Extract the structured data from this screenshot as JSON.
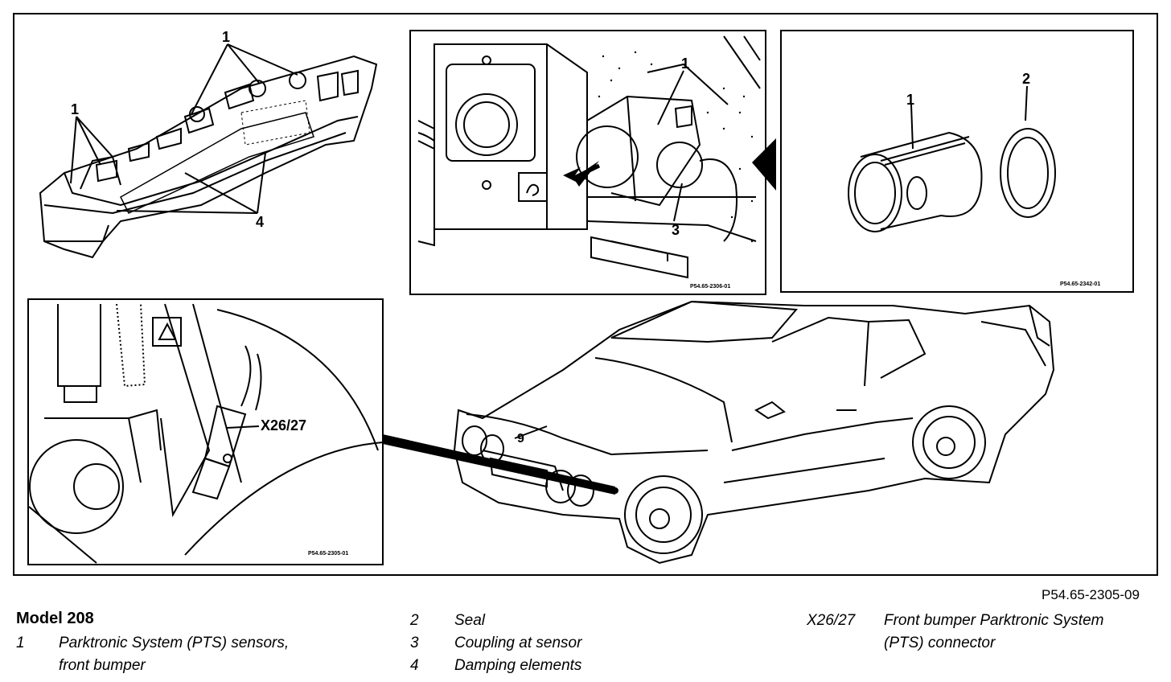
{
  "figure": {
    "reference": "P54.65-2305-09",
    "callouts": {
      "bumper_1a": "1",
      "bumper_1b": "1",
      "bumper_4": "4",
      "sensor_1": "1",
      "sensor_3": "3",
      "part_1": "1",
      "part_2": "2",
      "connector": "X26/27",
      "car_9": "9"
    },
    "inset_codes": {
      "sensor_view": "P54.65-2306-01",
      "parts_view": "P54.65-2342-01",
      "connector_view": "P54.65-2305-01"
    }
  },
  "legend": {
    "title": "Model 208",
    "items": [
      {
        "num": "1",
        "text": "Parktronic System (PTS) sensors,",
        "text2": "front bumper"
      },
      {
        "num": "2",
        "text": "Seal"
      },
      {
        "num": "3",
        "text": "Coupling at sensor"
      },
      {
        "num": "4",
        "text": "Damping elements"
      },
      {
        "num": "X26/27",
        "text": "Front bumper Parktronic System",
        "text2": "(PTS) connector"
      }
    ]
  }
}
